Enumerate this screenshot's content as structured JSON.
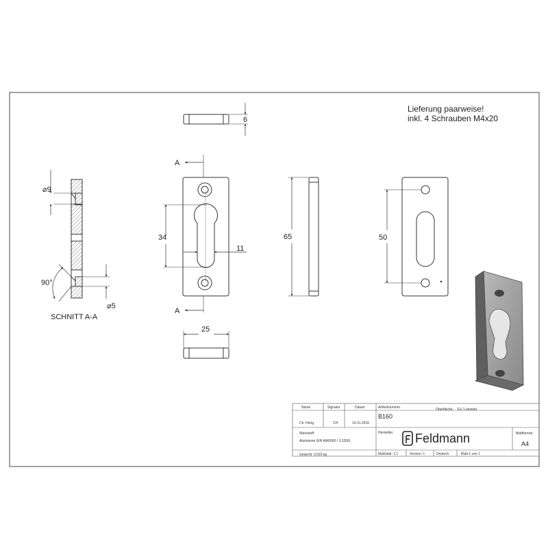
{
  "notes": {
    "line1": "Lieferung paarweise!",
    "line2": "inkl. 4 Schrauben M4x20"
  },
  "section": {
    "caption": "SCHNITT A-A",
    "angle": "90°",
    "dia_top": "⌀9",
    "dia_bottom": "⌀5"
  },
  "dimensions": {
    "thickness": "6",
    "slot_height": "34",
    "slot_width": "11",
    "length": "65",
    "hole_spacing": "50",
    "width": "25",
    "section_marker": "A"
  },
  "title_block": {
    "header_name": "Name",
    "header_signature": "Signatur",
    "header_date": "Datum",
    "article_label": "Artikelnummer",
    "surface_label": "Oberfläche:",
    "surface_value": "EV 1 eloxiert",
    "name_value": "Ch. Hörig",
    "signature_value": "CH",
    "date_value": "14.01.2016",
    "article_number": "B160",
    "material_label": "Werkstoff:",
    "material_value": "Aluminium (EN AW6060 / 3.3206)",
    "manufacturer_label": "Hersteller",
    "brand": "Feldmann",
    "format_label": "Blattformat",
    "format_value": "A4",
    "weight": "Gewicht: 0.015 kg",
    "scale": "Maßstab: 1:1",
    "version": "Version: 1",
    "language": "Deutsch",
    "sheet": "Blatt 1 von 1"
  },
  "colors": {
    "line": "#333333",
    "iso_face": "#9a9a9a",
    "iso_side": "#5f5f5f"
  }
}
